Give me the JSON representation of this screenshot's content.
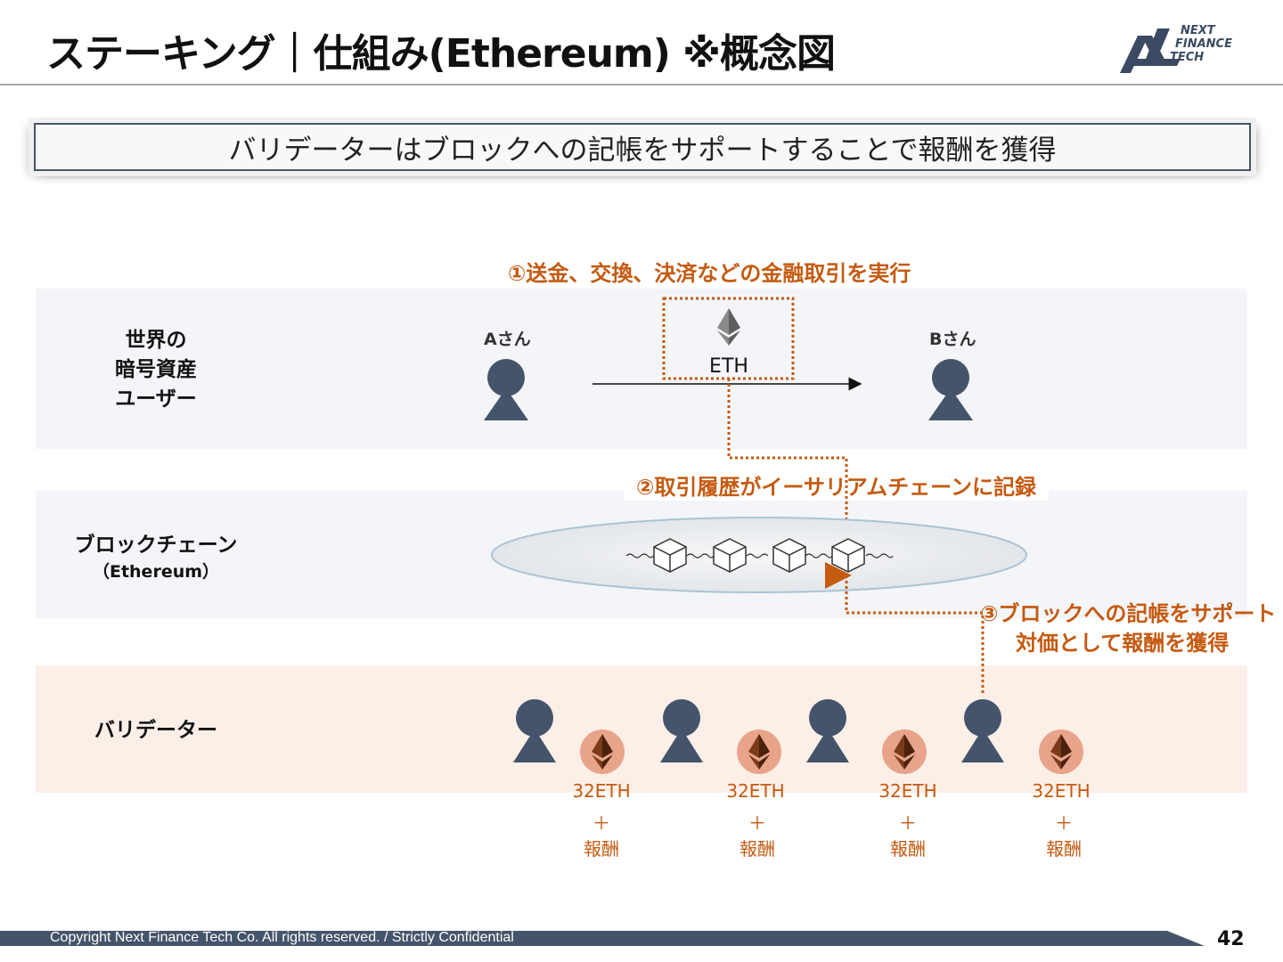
{
  "header": {
    "title": "ステーキング｜仕組み(Ethereum) ※概念図",
    "logo_text": [
      "NEXT",
      "FINANCE",
      "TECH"
    ]
  },
  "banner": {
    "text": "バリデーターはブロックへの記帳をサポートすることで報酬を獲得"
  },
  "rows": {
    "users_label": "世界の\n暗号資産\nユーザー",
    "chain_label": "ブロックチェーン",
    "chain_sublabel": "（Ethereum）",
    "validators_label": "バリデーター"
  },
  "steps": {
    "step1": "①送金、交換、決済などの金融取引を実行",
    "step2": "②取引履歴がイーサリアムチェーンに記録",
    "step3_line1": "③ブロックへの記帳をサポート",
    "step3_line2": "対価として報酬を獲得"
  },
  "transfer": {
    "sender": "Aさん",
    "receiver": "Bさん",
    "asset": "ETH"
  },
  "validators": [
    {
      "stake": "32ETH",
      "plus": "＋",
      "reward": "報酬"
    },
    {
      "stake": "32ETH",
      "plus": "＋",
      "reward": "報酬"
    },
    {
      "stake": "32ETH",
      "plus": "＋",
      "reward": "報酬"
    },
    {
      "stake": "32ETH",
      "plus": "＋",
      "reward": "報酬"
    }
  ],
  "footer": {
    "copyright": "Copyright Next Finance Tech Co. All rights reserved. / Strictly Confidential",
    "page": "42"
  },
  "colors": {
    "accent": "#c55a11",
    "person": "#44546a",
    "footer_bar": "#44546a",
    "eth_badge": "#e8a48a"
  }
}
